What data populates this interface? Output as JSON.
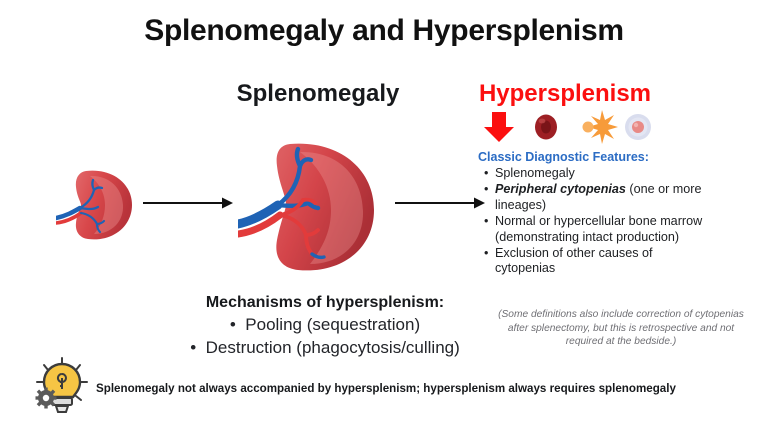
{
  "slide": {
    "title": "Splenomegaly and Hypersplenism",
    "background_color": "#ffffff"
  },
  "colors": {
    "title_text": "#111111",
    "hypersplenism_red": "#fb0f0f",
    "panel_heading_blue": "#2b6cc4",
    "body_text": "#1d1f22",
    "note_gray": "#6f6f74",
    "spleen_red": "#d8474a",
    "vein_blue": "#1f63b5",
    "artery_red": "#e23b3b",
    "bulb_yellow": "#f6c544",
    "arrow_black": "#111111"
  },
  "columns": {
    "splenomegaly_heading": "Splenomegaly",
    "hypersplenism_heading": "Hypersplenism"
  },
  "diagram": {
    "normal_spleen_label": "normal-spleen-illustration",
    "enlarged_spleen_label": "enlarged-spleen-illustration",
    "arrow1_label": "arrow-normal-to-enlarged",
    "arrow2_label": "arrow-enlarged-to-features"
  },
  "cell_icons": [
    {
      "name": "down-arrow-icon",
      "meaning": "decreased counts"
    },
    {
      "name": "red-blood-cell-icon",
      "meaning": "erythrocyte"
    },
    {
      "name": "platelet-icon",
      "meaning": "thrombocyte"
    },
    {
      "name": "white-blood-cell-icon",
      "meaning": "leukocyte"
    }
  ],
  "panel": {
    "heading": "Classic Diagnostic Features:",
    "features": [
      {
        "lead": "",
        "text": "Splenomegaly"
      },
      {
        "lead": "Peripheral cytopenias",
        "text": " (one or more lineages)"
      },
      {
        "lead": "",
        "text": "Normal or hypercellular bone marrow (demonstrating intact production)"
      },
      {
        "lead": "",
        "text": "Exclusion of other causes of cytopenias"
      }
    ],
    "note": "(Some definitions also include correction of cytopenias after splenectomy, but this is retrospective and not required at the bedside.)"
  },
  "mechanisms": {
    "title": "Mechanisms of hypersplenism:",
    "items": [
      "Pooling (sequestration)",
      "Destruction (phagocytosis/culling)"
    ]
  },
  "footer": {
    "icon": "lightbulb-gear-icon",
    "text": "Splenomegaly not always accompanied by hypersplenism; hypersplenism always requires splenomegaly"
  }
}
